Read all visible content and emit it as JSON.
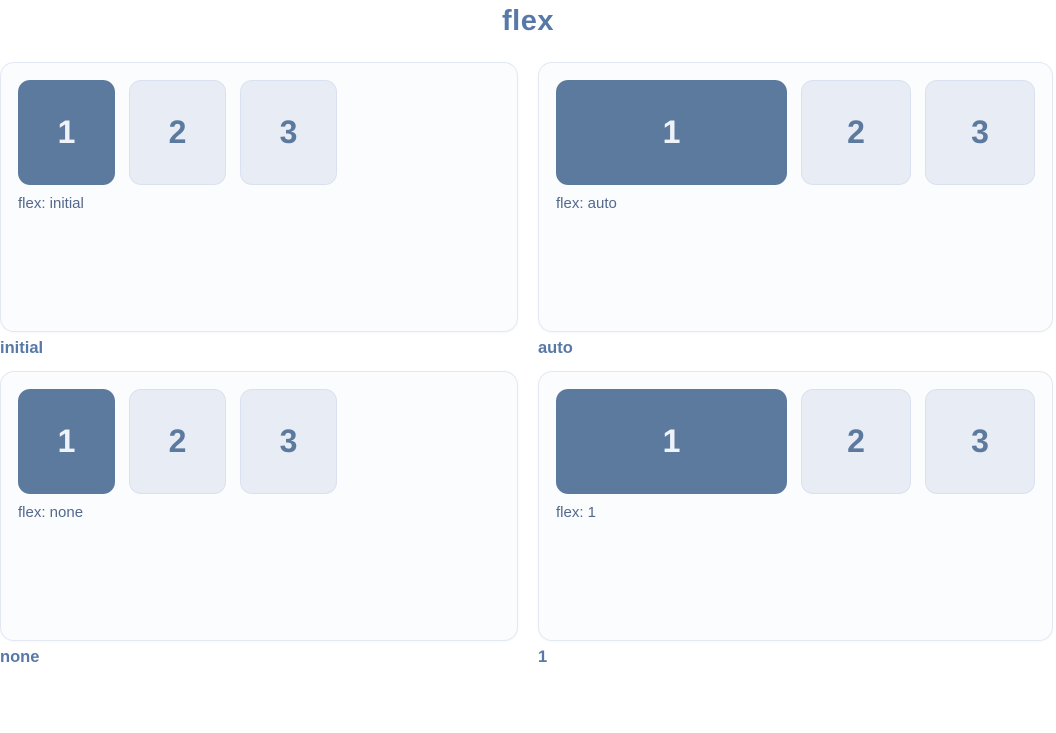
{
  "title": "flex",
  "colors": {
    "accent": "#5c7a9e",
    "accent-text": "#5878a8",
    "box-light": "#e8ecf5",
    "box-light-border": "#dae1ee",
    "box-dark-text": "#eef2f9",
    "panel-bg": "#fafcfe",
    "panel-border": "#e2e8f2",
    "caption-text": "#54698c"
  },
  "panels": [
    {
      "label": "initial",
      "caption": "flex: initial",
      "boxes": [
        "1",
        "2",
        "3"
      ]
    },
    {
      "label": "auto",
      "caption": "flex: auto",
      "boxes": [
        "1",
        "2",
        "3"
      ]
    },
    {
      "label": "none",
      "caption": "flex: none",
      "boxes": [
        "1",
        "2",
        "3"
      ]
    },
    {
      "label": "1",
      "caption": "flex: 1",
      "boxes": [
        "1",
        "2",
        "3"
      ]
    }
  ]
}
